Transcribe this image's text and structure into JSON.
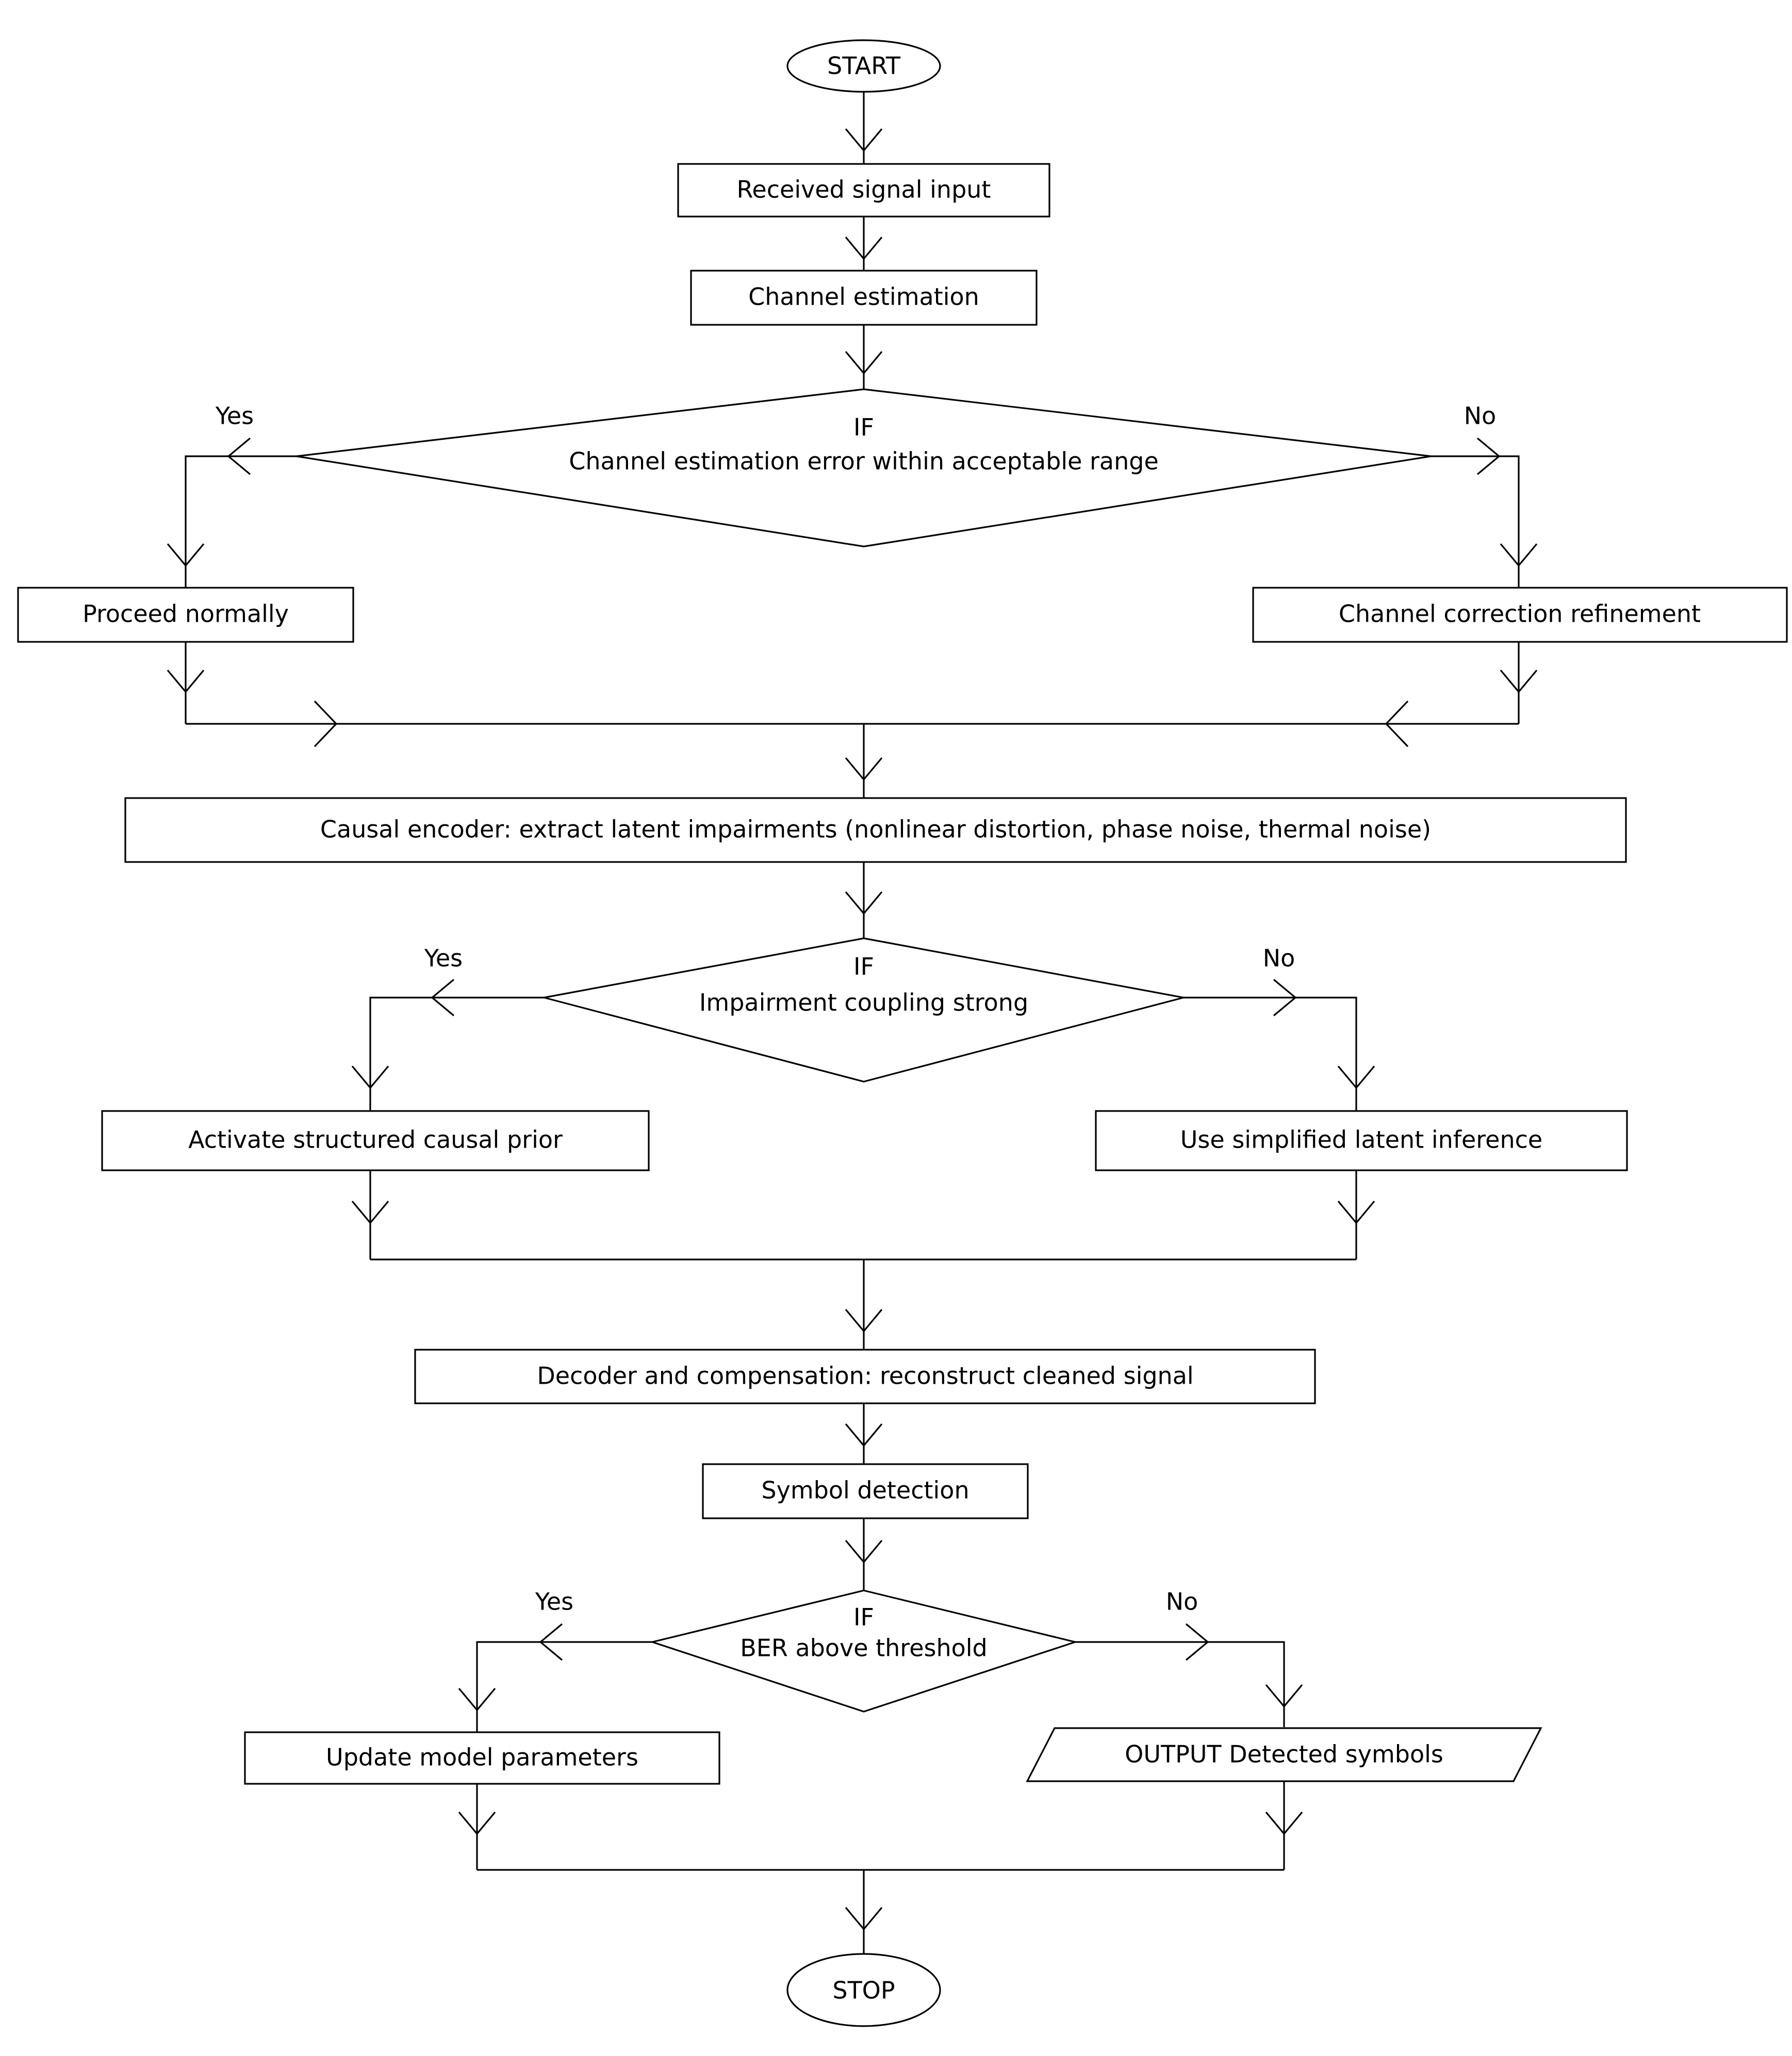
{
  "diagram": {
    "type": "flowchart",
    "title_text": "",
    "background_color": "#ffffff",
    "line_color": "#000000",
    "text_color": "#000000",
    "nodes": {
      "start": {
        "label": "START",
        "shape": "ellipse"
      },
      "received_signal_input": {
        "label": "Received signal input",
        "shape": "rectangle"
      },
      "channel_estimation": {
        "label": "Channel estimation",
        "shape": "rectangle"
      },
      "decision_channel_error": {
        "shape": "diamond",
        "keyword": "IF",
        "condition": "Channel estimation error within acceptable range",
        "yes_label": "Yes",
        "no_label": "No"
      },
      "proceed_normally": {
        "label": "Proceed normally",
        "shape": "rectangle"
      },
      "channel_correction_refinement": {
        "label": "Channel correction refinement",
        "shape": "rectangle"
      },
      "causal_encoder": {
        "label": "Causal encoder: extract latent impairments (nonlinear distortion, phase noise, thermal noise)",
        "shape": "rectangle"
      },
      "decision_impairment_coupling": {
        "shape": "diamond",
        "keyword": "IF",
        "condition": "Impairment coupling strong",
        "yes_label": "Yes",
        "no_label": "No"
      },
      "activate_structured_causal_prior": {
        "label": "Activate structured causal prior",
        "shape": "rectangle"
      },
      "use_simplified_latent_inference": {
        "label": "Use simplified latent inference",
        "shape": "rectangle"
      },
      "decoder_compensation": {
        "label": "Decoder and compensation: reconstruct cleaned signal",
        "shape": "rectangle"
      },
      "symbol_detection": {
        "label": "Symbol detection",
        "shape": "rectangle"
      },
      "decision_ber": {
        "shape": "diamond",
        "keyword": "IF",
        "condition": "BER above threshold",
        "yes_label": "Yes",
        "no_label": "No"
      },
      "update_model_parameters": {
        "label": "Update model parameters",
        "shape": "rectangle"
      },
      "output_detected_symbols": {
        "label": "OUTPUT Detected symbols",
        "shape": "parallelogram"
      },
      "stop": {
        "label": "STOP",
        "shape": "ellipse"
      }
    }
  }
}
